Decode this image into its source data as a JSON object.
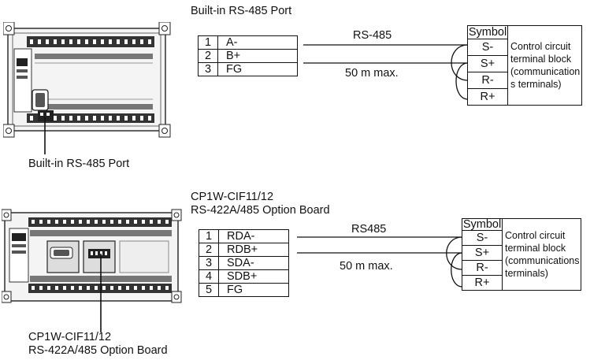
{
  "top": {
    "port_title": "Built-in RS-485 Port",
    "device_caption": "Built-in RS-485 Port",
    "bus_label": "RS-485",
    "distance_label": "50 m max.",
    "pins": [
      {
        "num": "1",
        "signal": "A-"
      },
      {
        "num": "2",
        "signal": "B+"
      },
      {
        "num": "3",
        "signal": "FG"
      }
    ],
    "symbol_header": "Symbol",
    "symbols": [
      "S-",
      "S+",
      "R-",
      "R+"
    ],
    "terminal_desc_lines": [
      "Control circuit",
      "terminal block",
      "(communication",
      "s terminals)"
    ]
  },
  "bottom": {
    "board_title_line1": "CP1W-CIF11/12",
    "board_title_line2": "RS-422A/485 Option Board",
    "device_caption_line1": "CP1W-CIF11/12",
    "device_caption_line2": "RS-422A/485 Option Board",
    "bus_label": "RS485",
    "distance_label": "50 m max.",
    "pins": [
      {
        "num": "1",
        "signal": "RDA-"
      },
      {
        "num": "2",
        "signal": "RDB+"
      },
      {
        "num": "3",
        "signal": "SDA-"
      },
      {
        "num": "4",
        "signal": "SDB+"
      },
      {
        "num": "5",
        "signal": "FG"
      }
    ],
    "symbol_header": "Symbol",
    "symbols": [
      "S-",
      "S+",
      "R-",
      "R+"
    ],
    "terminal_desc_lines": [
      "Control circuit",
      "terminal block",
      "(communications",
      "terminals)"
    ]
  }
}
